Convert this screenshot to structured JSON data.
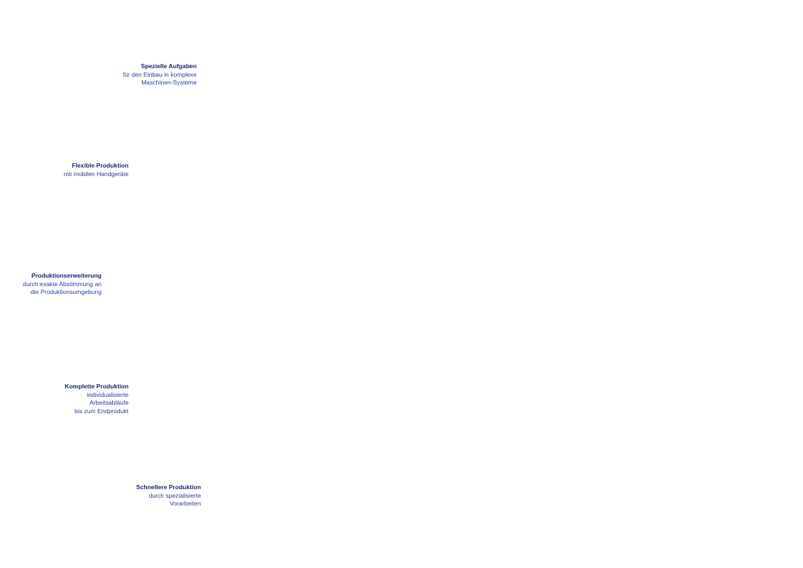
{
  "blocks": [
    {
      "title": "Spezielle Aufgaben",
      "lines": [
        "für den Einbau in komplexe",
        "Maschinen-Systeme"
      ]
    },
    {
      "title": "Flexible Produktion",
      "lines": [
        "mit mobilen Handgeräte"
      ]
    },
    {
      "title": "Produktionserweiterung",
      "lines": [
        "durch exakte Abstimmung an",
        "die Produktionsumgebung"
      ]
    },
    {
      "title": "Komplette Produktion",
      "lines": [
        "individualisierte",
        "Arbeitsabläufe",
        "bis zum Endprodukt"
      ]
    },
    {
      "title": "Schnellere Produktion",
      "lines": [
        "durch spezialisierte",
        "Vorarbeiten"
      ]
    }
  ]
}
